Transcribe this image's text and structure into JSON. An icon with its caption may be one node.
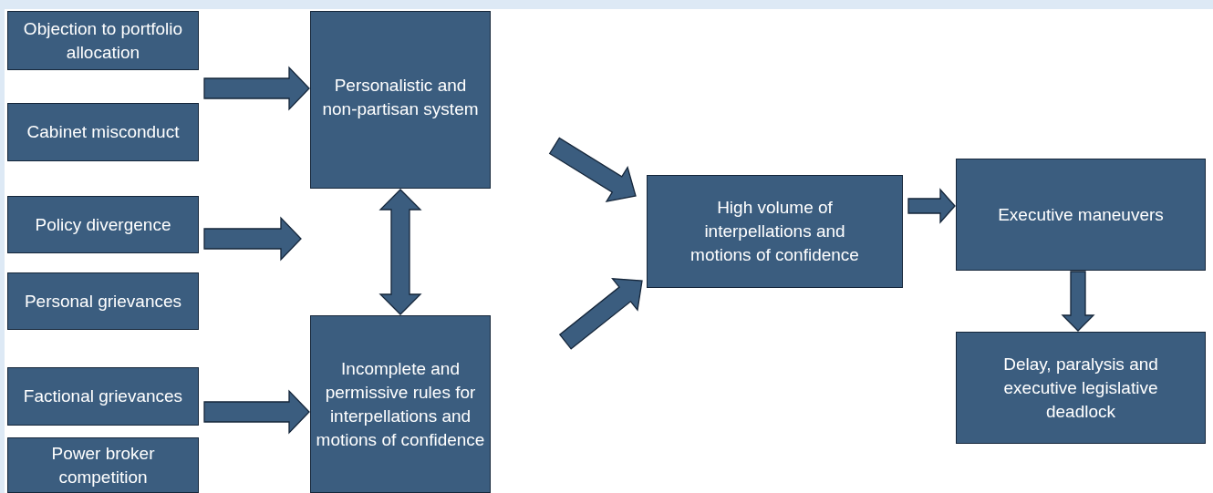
{
  "diagram": {
    "nodes": [
      {
        "text": [
          "Objection to portfolio allocation"
        ]
      },
      {
        "text": [
          "Cabinet misconduct"
        ]
      },
      {
        "text": [
          "Policy divergence"
        ]
      },
      {
        "text": [
          "Personal grievances"
        ]
      },
      {
        "text": [
          "Factional grievances"
        ]
      },
      {
        "text": [
          "Power broker competition"
        ]
      },
      {
        "text": [
          "Personalistic and non-partisan system"
        ]
      },
      {
        "text": [
          "Incomplete and permissive rules for interpellations and motions of confidence"
        ]
      },
      {
        "text": [
          "High volume of interpellations and motions of confidence"
        ]
      },
      {
        "text": [
          "Executive maneuvers"
        ]
      },
      {
        "text": [
          "Delay, paralysis and executive legislative deadlock"
        ]
      }
    ],
    "edges": [
      {
        "from": 0,
        "to": 6,
        "arrow": "to"
      },
      {
        "from": 1,
        "to": 6,
        "arrow": "to"
      },
      {
        "from": 2,
        "to": null,
        "arrow": "to"
      },
      {
        "from": 3,
        "to": null,
        "arrow": "to"
      },
      {
        "from": 4,
        "to": 7,
        "arrow": "to"
      },
      {
        "from": 5,
        "to": 7,
        "arrow": "to"
      },
      {
        "from": 6,
        "to": 7,
        "arrow": "both"
      },
      {
        "from": 6,
        "to": 8,
        "arrow": "to"
      },
      {
        "from": 7,
        "to": 8,
        "arrow": "to"
      },
      {
        "from": 8,
        "to": 9,
        "arrow": "to"
      },
      {
        "from": 9,
        "to": 10,
        "arrow": "to"
      }
    ]
  }
}
